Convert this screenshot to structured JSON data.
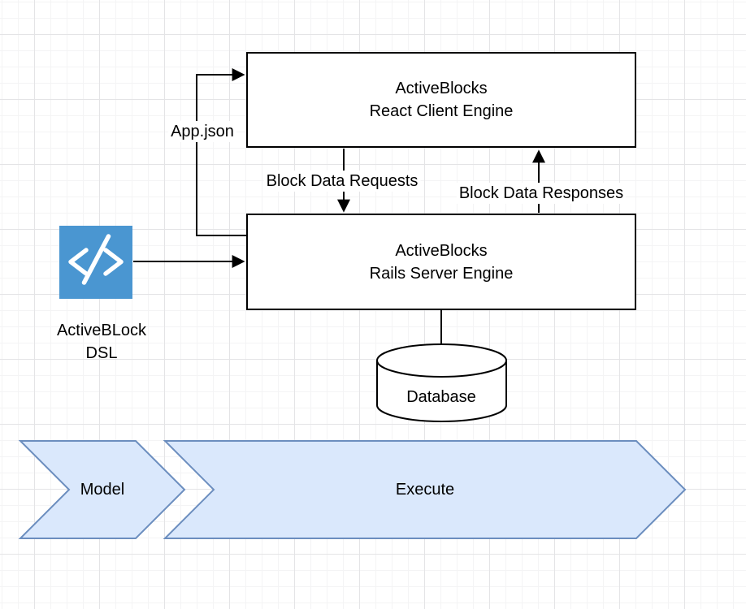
{
  "diagram": {
    "nodes": {
      "react_engine": {
        "line1": "ActiveBlocks",
        "line2": "React Client Engine"
      },
      "rails_engine": {
        "line1": "ActiveBlocks",
        "line2": "Rails Server Engine"
      },
      "dsl": {
        "line1": "ActiveBLock",
        "line2": "DSL"
      },
      "database": {
        "label": "Database"
      }
    },
    "edges": {
      "app_json": {
        "label": "App.json"
      },
      "requests": {
        "label": "Block Data Requests"
      },
      "responses": {
        "label": "Block Data Responses"
      }
    },
    "process_steps": [
      {
        "label": "Model"
      },
      {
        "label": "Execute"
      }
    ],
    "icons": {
      "code": {
        "name": "code-icon",
        "glyph": "</>"
      }
    },
    "colors": {
      "icon_blue": "#4a96d1",
      "step_fill": "#dae8fc",
      "step_stroke": "#6c8ebf",
      "line": "#000000",
      "node_fill": "#ffffff"
    }
  }
}
